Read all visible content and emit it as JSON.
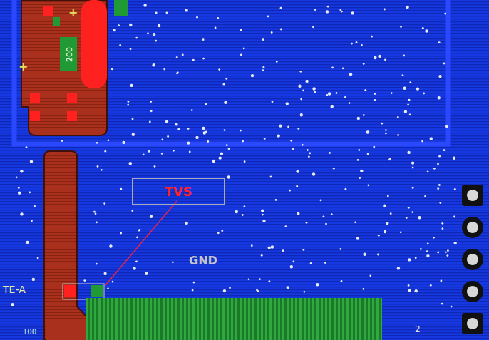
{
  "diagram": {
    "nodes": [
      {
        "text": [
          "TVS"
        ]
      }
    ],
    "labels": [
      "GND",
      "TE-A",
      "100",
      "2",
      "+",
      "+",
      "200"
    ]
  }
}
